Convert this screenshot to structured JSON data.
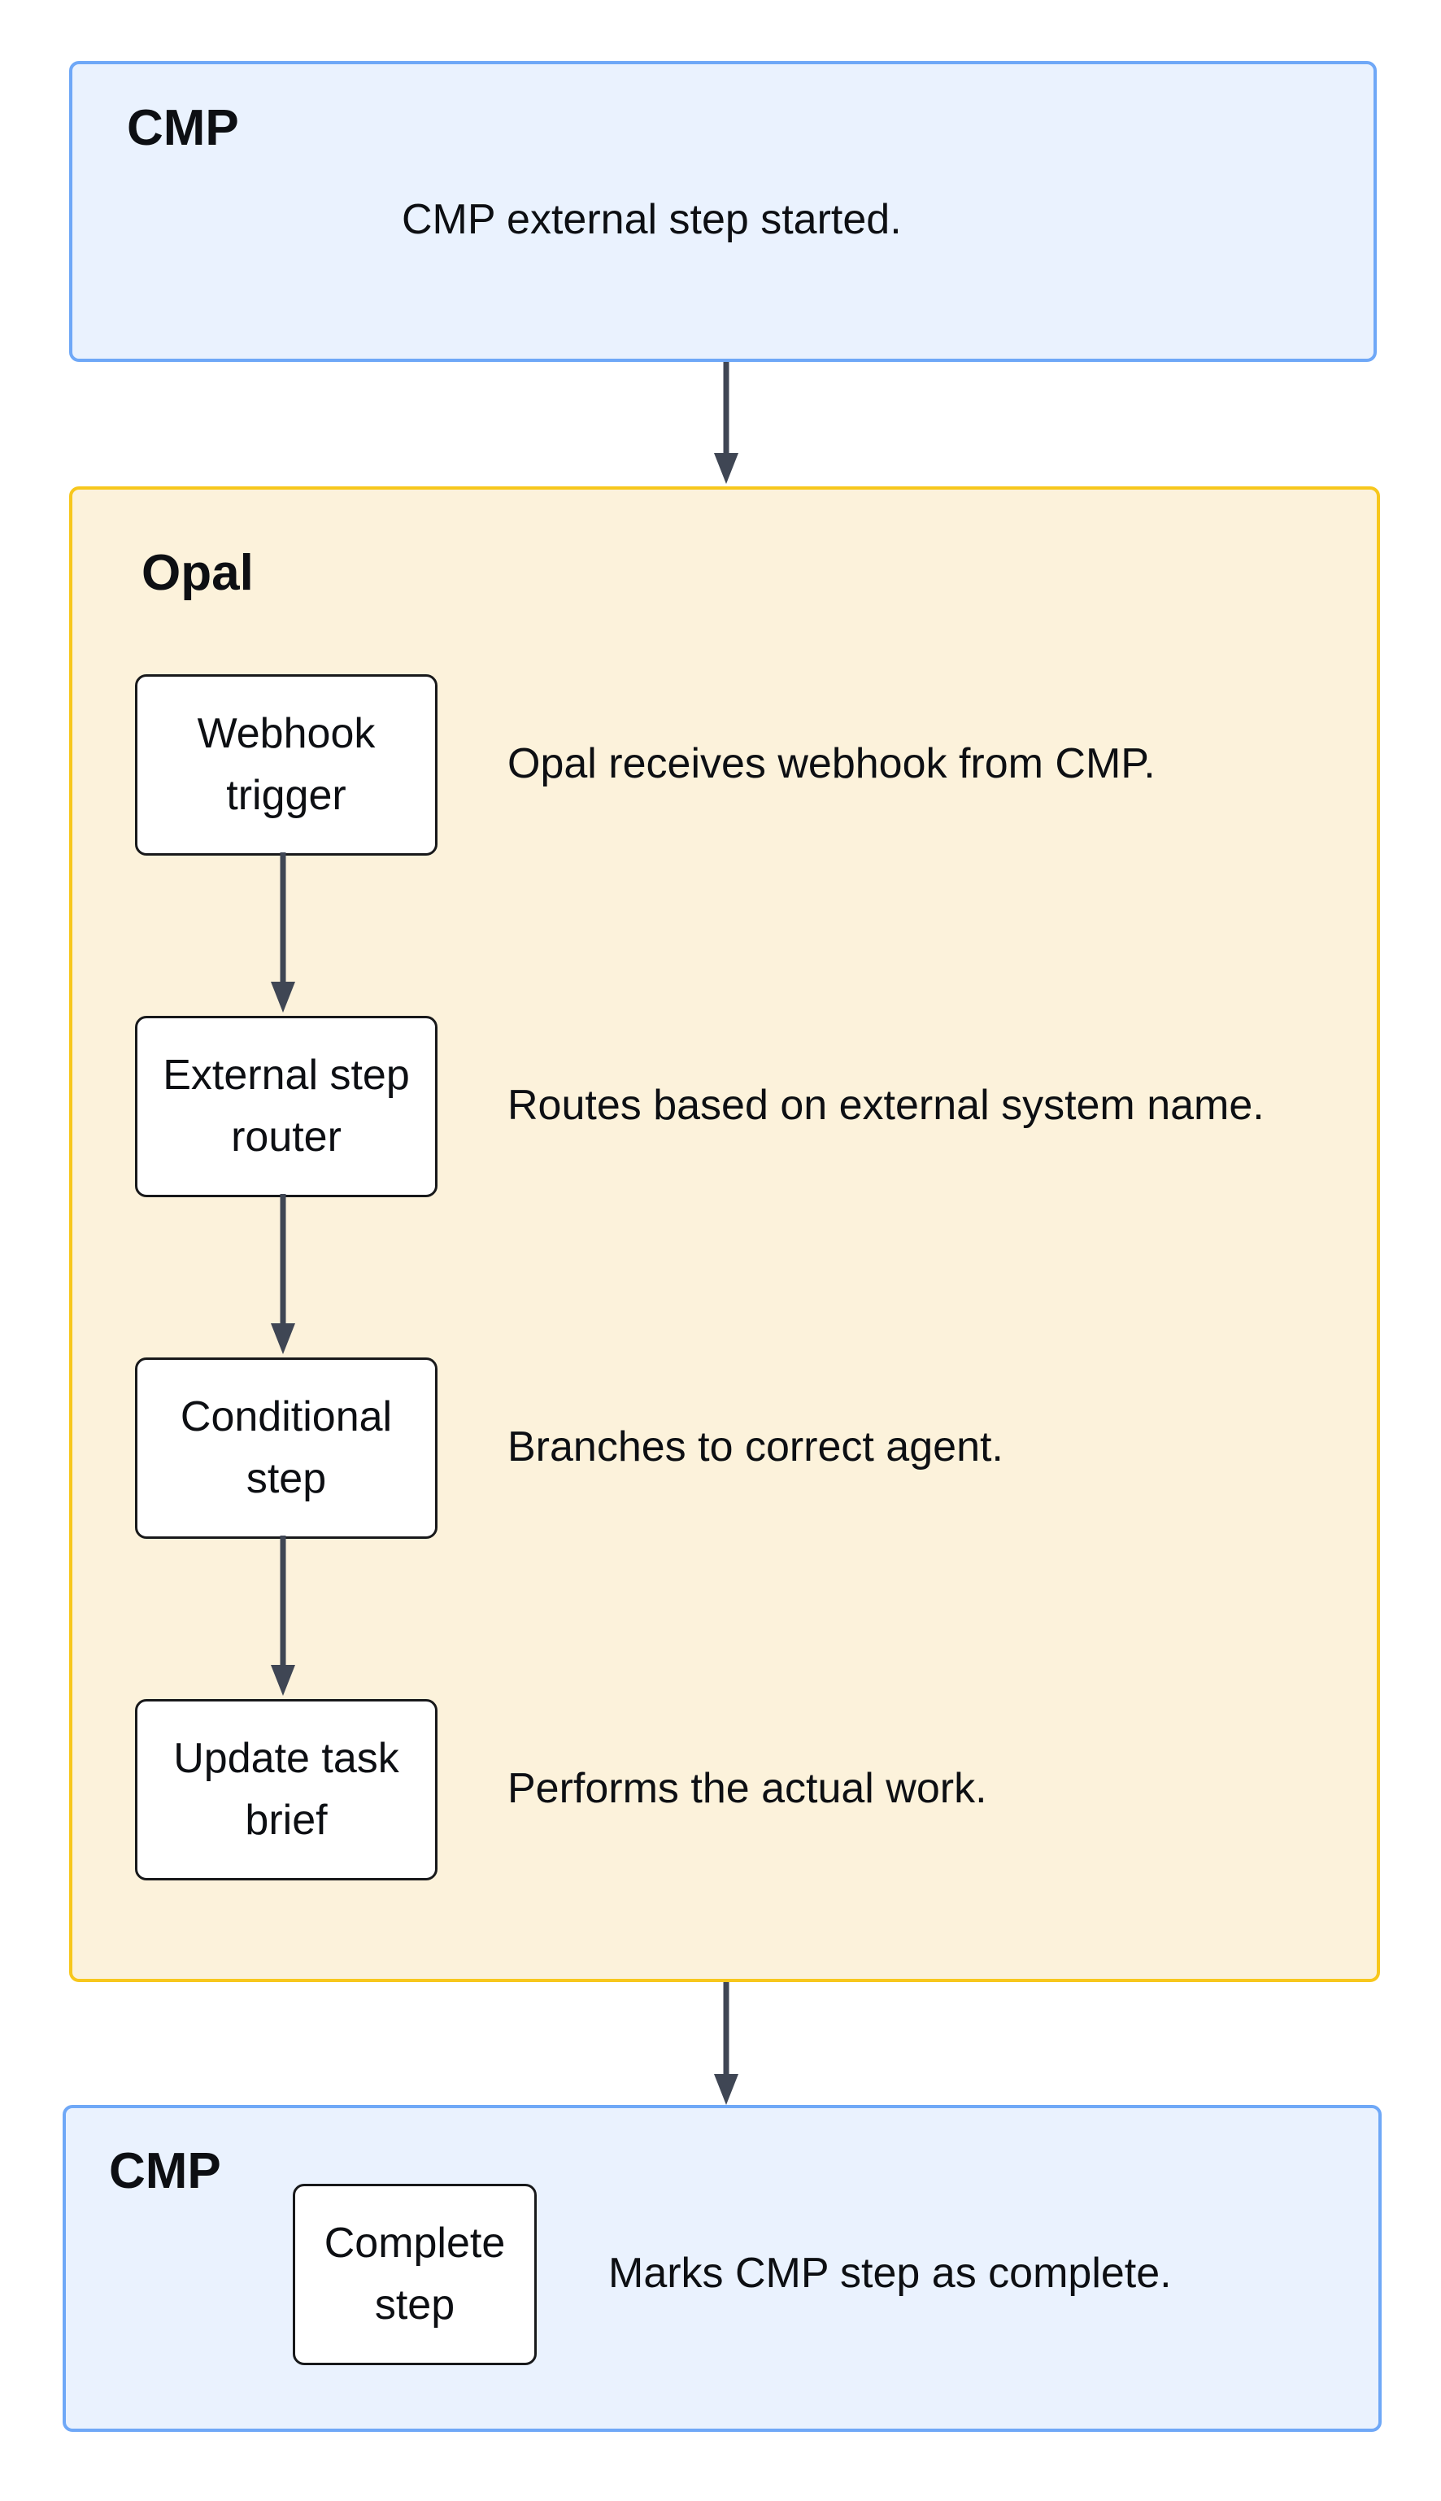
{
  "colors": {
    "cmp_border": "#6FA8F7",
    "cmp_fill": "#EAF2FE",
    "opal_border": "#F7C71C",
    "opal_fill": "#FCF2DB",
    "node_border": "#18191B",
    "node_fill": "#FFFFFF",
    "arrow": "#3F4654",
    "text": "#0D0F13"
  },
  "top_cluster": {
    "label": "CMP",
    "description": "CMP external step started."
  },
  "opal_cluster": {
    "label": "Opal",
    "steps": [
      {
        "node": "Webhook\ntrigger",
        "description": "Opal receives webhook from CMP."
      },
      {
        "node": "External step\nrouter",
        "description": "Routes based on external system name."
      },
      {
        "node": "Conditional\nstep",
        "description": "Branches to correct agent."
      },
      {
        "node": "Update task\nbrief",
        "description": "Performs the actual work."
      }
    ]
  },
  "bottom_cluster": {
    "label": "CMP",
    "node": "Complete\nstep",
    "description": "Marks CMP step as complete."
  }
}
